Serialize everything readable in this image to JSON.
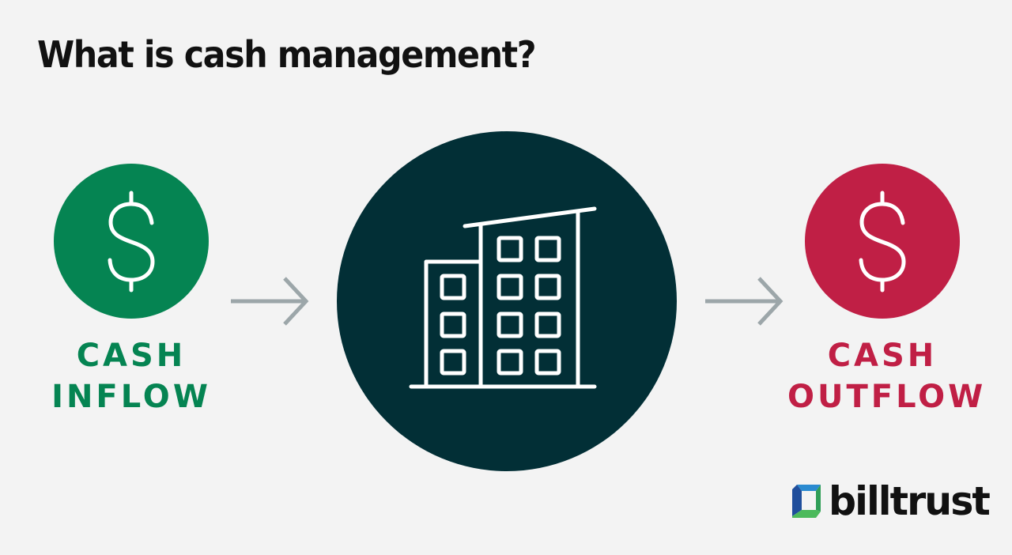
{
  "title": "What is cash management?",
  "colors": {
    "background": "#f3f3f3",
    "inflow": "#058452",
    "outflow": "#c01f45",
    "center": "#022f36",
    "arrow": "#9ca6a9",
    "icon_stroke": "#ffffff"
  },
  "nodes": [
    {
      "id": "inflow",
      "icon": "dollar-sign-icon",
      "label_line1": "CASH",
      "label_line2": "INFLOW"
    },
    {
      "id": "business",
      "icon": "office-building-icon"
    },
    {
      "id": "outflow",
      "icon": "dollar-sign-icon",
      "label_line1": "CASH",
      "label_line2": "OUTFLOW"
    }
  ],
  "edges": [
    {
      "from": "inflow",
      "to": "business",
      "icon": "arrow-right-icon"
    },
    {
      "from": "business",
      "to": "outflow",
      "icon": "arrow-right-icon"
    }
  ],
  "brand": {
    "name": "billtrust",
    "icon": "billtrust-logo-icon"
  }
}
